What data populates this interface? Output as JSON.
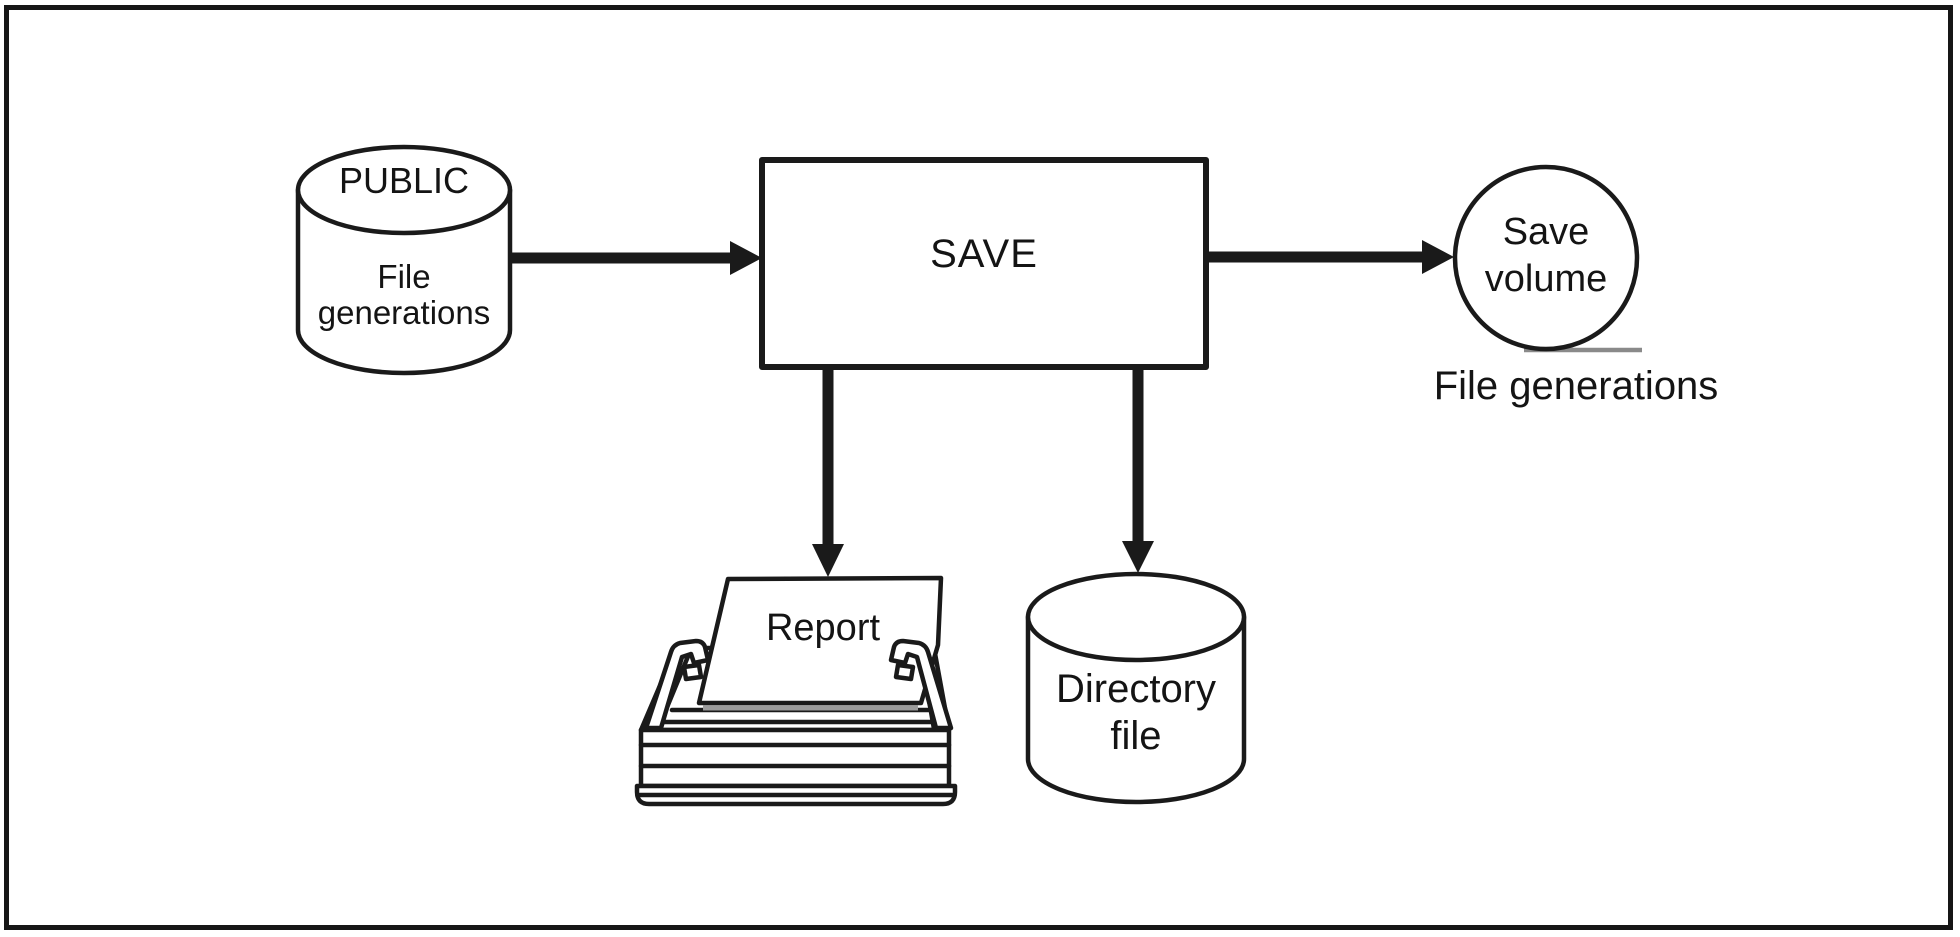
{
  "diagram": {
    "description": "SAVE process flow diagram",
    "nodes": {
      "public_db": {
        "title": "PUBLIC",
        "line1": "File",
        "line2": "generations"
      },
      "save": {
        "label": "SAVE"
      },
      "save_volume": {
        "line1": "Save",
        "line2": "volume",
        "caption": "File generations"
      },
      "report": {
        "label": "Report"
      },
      "directory_file": {
        "line1": "Directory",
        "line2": "file"
      }
    },
    "colors": {
      "background": "#ffffff",
      "line": "#1a1a1a",
      "text": "#141414",
      "tape_lead_line": "#8a8a8a",
      "paper_shadow": "#9b9b9b"
    }
  }
}
